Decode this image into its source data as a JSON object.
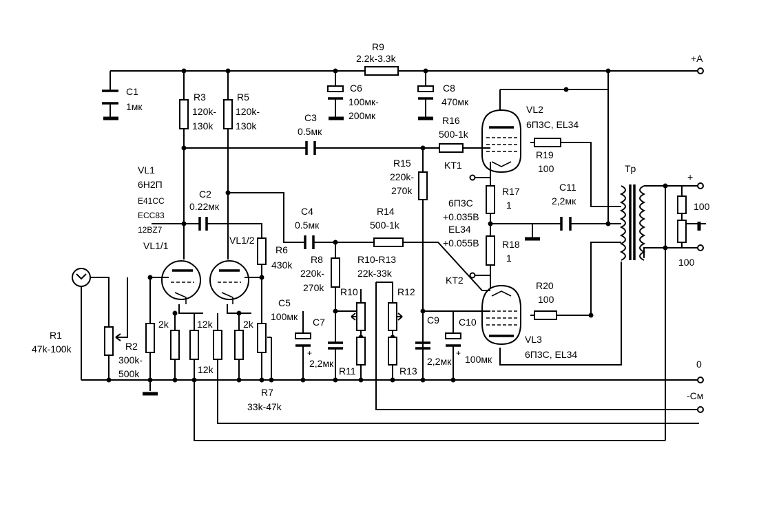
{
  "labels": {
    "r9": "R9",
    "r9_val": "2.2k-3.3k",
    "plus_a": "+A",
    "c1": "C1",
    "c1_val": "1мк",
    "r3": "R3",
    "r3_v1": "120k-",
    "r3_v2": "130k",
    "r5": "R5",
    "r5_v1": "120k-",
    "r5_v2": "130k",
    "c6": "C6",
    "c6_v1": "100мк-",
    "c6_v2": "200мк",
    "c8": "C8",
    "c8_val": "470мк",
    "vl2": "VL2",
    "vl2_type": "6П3С, EL34",
    "c3": "C3",
    "c3_val": "0.5мк",
    "r16": "R16",
    "r16_val": "500-1k",
    "kt1": "KT1",
    "r19": "R19",
    "r19_val": "100",
    "tp": "Tp",
    "vl1": "VL1",
    "vl1_t1": "6Н2П",
    "vl1_t2": "E41CC",
    "vl1_t3": "ECC83",
    "vl1_t4": "12BZ7",
    "c2": "C2",
    "c2_val": "0.22мк",
    "r15": "R15",
    "r15_v1": "220k-",
    "r15_v2": "270k",
    "r17": "R17",
    "r17_val": "1",
    "mid_t1": "6П3С",
    "mid_t2": "+0.035В",
    "mid_t3": "EL34",
    "mid_t4": "+0.055В",
    "c11": "C11",
    "c11_val": "2,2мк",
    "out_plus": "+",
    "out_r1": "100",
    "out_r2": "100",
    "c4": "C4",
    "c4_val": "0.5мк",
    "r14": "R14",
    "r14_val": "500-1k",
    "vl1_1": "VL1/1",
    "vl1_2": "VL1/2",
    "r6": "R6",
    "r6_val": "430k",
    "r8": "R8",
    "r8_v1": "220k-",
    "r8_v2": "270k",
    "r10_13": "R10-R13",
    "r10_13_val": "22k-33k",
    "r18": "R18",
    "r18_val": "1",
    "kt2": "KT2",
    "r10": "R10",
    "r12": "R12",
    "r20": "R20",
    "r20_val": "100",
    "c5": "C5",
    "c5_val": "100мк",
    "c7": "C7",
    "c9": "C9",
    "c10": "C10",
    "r1": "R1",
    "r1_val": "47k-100k",
    "r2": "R2",
    "r2_v1": "300k-",
    "r2_v2": "500k",
    "k2a": "2k",
    "k12a": "12k",
    "k2b": "2k",
    "k12b": "12k",
    "c7_val": "2,2мк",
    "r11": "R11",
    "c9_val": "2,2мк",
    "r13": "R13",
    "c10_val": "100мк",
    "vl3": "VL3",
    "vl3_type": "6П3С, EL34",
    "term_0": "0",
    "term_cm": "-См",
    "r7": "R7",
    "r7_val": "33k-47k",
    "plus_c5": "+",
    "plus_c10": "+"
  }
}
